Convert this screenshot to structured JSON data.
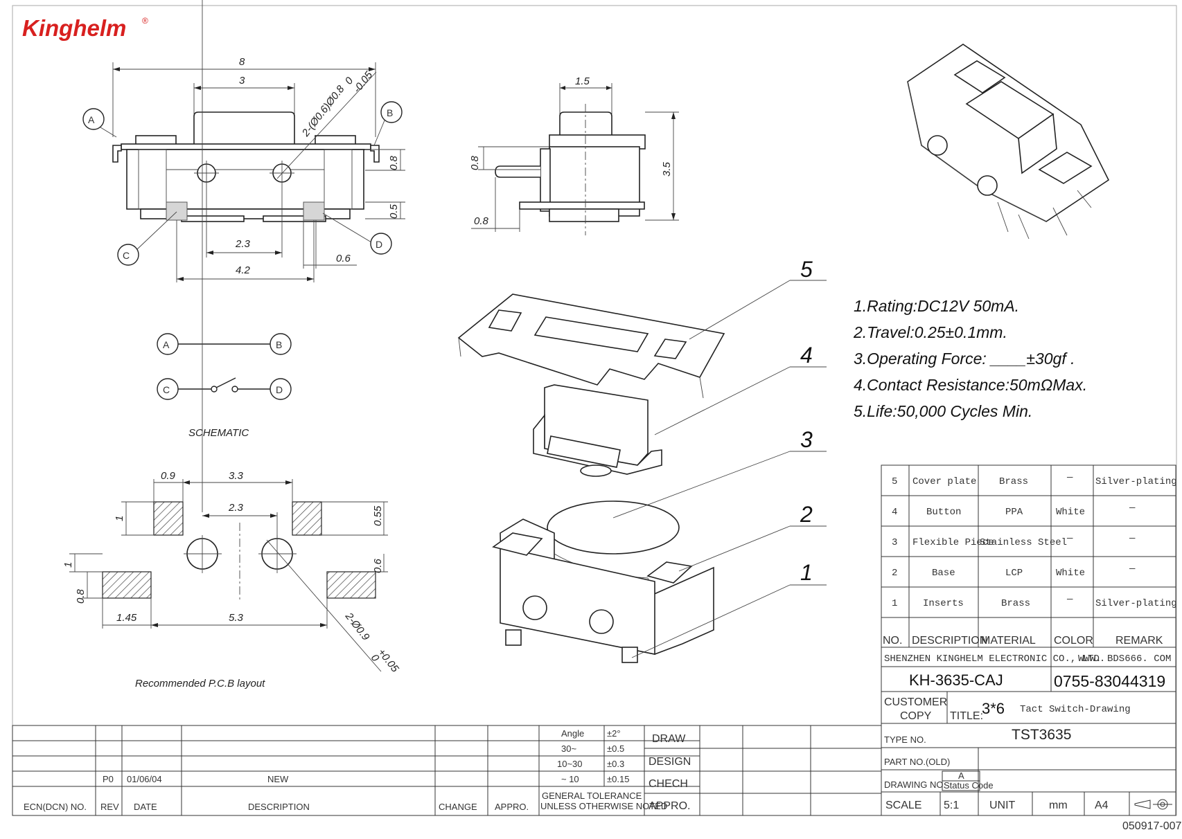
{
  "brand": {
    "logo_text": "Kinghelm",
    "registered": "®",
    "color": "#d8201f"
  },
  "front_view": {
    "dims": {
      "d8": "8",
      "d3": "3",
      "d08": "0.8",
      "d05": "0.5",
      "d23": "2.3",
      "d06": "0.6",
      "d42": "4.2"
    },
    "hole_note": "2-(Ø0.6)Ø0.8",
    "hole_tol_upper": "0",
    "hole_tol_lower": "-0.05",
    "markers": {
      "a": "A",
      "b": "B",
      "c": "C",
      "d": "D"
    }
  },
  "side_view": {
    "dims": {
      "d15": "1.5",
      "d08a": "0.8",
      "d35": "3.5",
      "d08b": "0.8"
    }
  },
  "schematic": {
    "label": "SCHEMATIC",
    "a": "A",
    "b": "B",
    "c": "C",
    "d": "D"
  },
  "pcb_layout": {
    "label": "Recommended P.C.B layout",
    "dims": {
      "d09": "0.9",
      "d33": "3.3",
      "d23": "2.3",
      "d1a": "1",
      "d055": "0.55",
      "d06": "0.6",
      "d1b": "1",
      "d08": "0.8",
      "d145": "1.45",
      "d53": "5.3"
    },
    "hole_note": "2-Ø0.9",
    "hole_tol_upper": "+0.05",
    "hole_tol_lower": "0"
  },
  "exploded": {
    "callouts": [
      "5",
      "4",
      "3",
      "2",
      "1"
    ]
  },
  "specs": [
    "1.Rating:DC12V 50mA.",
    "2.Travel:0.25±0.1mm.",
    "3.Operating Force: ____±30gf .",
    "4.Contact Resistance:50mΩMax.",
    "5.Life:50,000 Cycles Min."
  ],
  "bom": {
    "rows": [
      {
        "no": "5",
        "desc": "Cover plate",
        "material": "Brass",
        "color": "—",
        "remark": "Silver-plating"
      },
      {
        "no": "4",
        "desc": "Button",
        "material": "PPA",
        "color": "White",
        "remark": "—"
      },
      {
        "no": "3",
        "desc": "Flexible Piece",
        "material": "Stainless Steel",
        "color": "—",
        "remark": "—"
      },
      {
        "no": "2",
        "desc": "Base",
        "material": "LCP",
        "color": "White",
        "remark": "—"
      },
      {
        "no": "1",
        "desc": "Inserts",
        "material": "Brass",
        "color": "—",
        "remark": "Silver-plating"
      }
    ],
    "headers": {
      "no": "NO.",
      "desc": "DESCRIPTION",
      "material": "MATERIAL",
      "color": "COLOR",
      "remark": "REMARK"
    }
  },
  "title_block": {
    "company": "SHENZHEN KINGHELM ELECTRONIC CO., LTD.",
    "website": "WWW. BDS666. COM",
    "part_number": "KH-3635-CAJ",
    "phone": "0755-83044319",
    "customer_copy_1": "CUSTOMER",
    "customer_copy_2": "COPY",
    "title_label": "TITLE:",
    "title_size": "3*6",
    "title_text": "Tact Switch-Drawing",
    "type_no_label": "TYPE NO.",
    "type_no": "TST3635",
    "part_no_old": "PART NO.(OLD)",
    "drawing_no": "DRAWING NO.",
    "status_code_value": "A",
    "status_code_label": "Status Code",
    "scale_label": "SCALE",
    "scale": "5:1",
    "unit_label": "UNIT",
    "unit": "mm",
    "paper": "A4",
    "sheet_code": "050917-007"
  },
  "revision_block": {
    "rev": "P0",
    "date": "01/06/04",
    "desc": "NEW",
    "headers": {
      "ecn": "ECN(DCN) NO.",
      "rev": "REV",
      "date": "DATE",
      "desc": "DESCRIPTION",
      "change": "CHANGE",
      "appro": "APPRO."
    },
    "tolerance": {
      "angle_label": "Angle",
      "angle": "±2°",
      "r1_label": "30~",
      "r1": "±0.5",
      "r2_label": "10~30",
      "r2": "±0.3",
      "r3_label": "~ 10",
      "r3": "±0.15",
      "note_1": "GENERAL TOLERANCE",
      "note_2": "UNLESS OTHERWISE NOTED"
    },
    "sign_labels": {
      "draw": "DRAW",
      "design": "DESIGN",
      "check": "CHECH",
      "appro": "APPRO."
    }
  }
}
